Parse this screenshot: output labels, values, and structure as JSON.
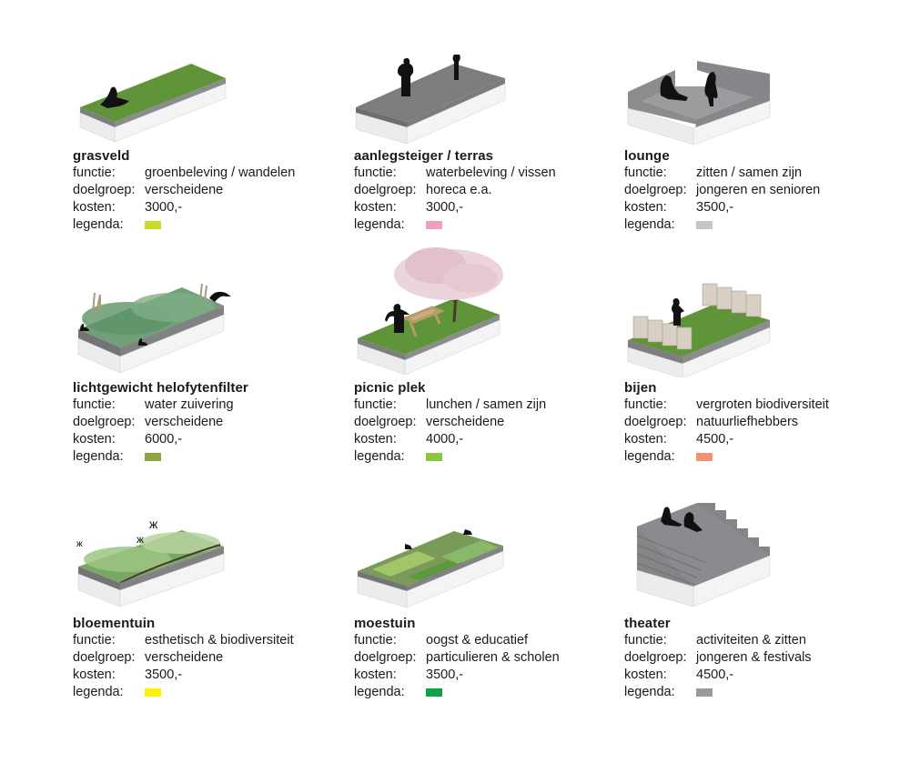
{
  "labels": {
    "functie": "functie:",
    "doelgroep": "doelgroep:",
    "kosten": "kosten:",
    "legenda": "legenda:"
  },
  "modules": [
    {
      "title": "grasveld",
      "functie": "groenbeleving / wandelen",
      "doelgroep": "verscheidene",
      "kosten": "3000,-",
      "legenda_color": "#c8dc2a",
      "illustration": "grass-roof-with-reclining-person"
    },
    {
      "title": "aanlegsteiger / terras",
      "functie": "waterbeleving / vissen",
      "doelgroep": "horeca e.a.",
      "kosten": "3000,-",
      "legenda_color": "#ec9fc3",
      "illustration": "wooden-deck-with-standing-people"
    },
    {
      "title": "lounge",
      "functie": "zitten / samen zijn",
      "doelgroep": "jongeren en senioren",
      "kosten": "3500,-",
      "legenda_color": "#c6c6c8",
      "illustration": "wooden-lounge-with-seated-people"
    },
    {
      "title": "lichtgewicht helofytenfilter",
      "functie": "water zuivering",
      "doelgroep": "verscheidene",
      "kosten": "6000,-",
      "legenda_color": "#8fa43a",
      "illustration": "reed-filter-with-birds"
    },
    {
      "title": "picnic plek",
      "functie": "lunchen / samen zijn",
      "doelgroep": "verscheidene",
      "kosten": "4000,-",
      "legenda_color": "#8cc63f",
      "illustration": "grass-with-blossom-tree-and-picnic-table"
    },
    {
      "title": "bijen",
      "functie": "vergroten biodiversiteit",
      "doelgroep": "natuurliefhebbers",
      "kosten": "4500,-",
      "legenda_color": "#ee9272",
      "illustration": "grass-with-beehives"
    },
    {
      "title": "bloementuin",
      "functie": "esthetisch & biodiversiteit",
      "doelgroep": "verscheidene",
      "kosten": "3500,-",
      "legenda_color": "#fff200",
      "illustration": "flower-garden-with-butterflies"
    },
    {
      "title": "moestuin",
      "functie": "oogst & educatief",
      "doelgroep": "particulieren & scholen",
      "kosten": "3500,-",
      "legenda_color": "#0fa14a",
      "illustration": "vegetable-garden-with-birds"
    },
    {
      "title": "theater",
      "functie": "activiteiten & zitten",
      "doelgroep": "jongeren & festivals",
      "kosten": "4500,-",
      "legenda_color": "#9a9a9c",
      "illustration": "stepped-seating-with-people"
    }
  ]
}
